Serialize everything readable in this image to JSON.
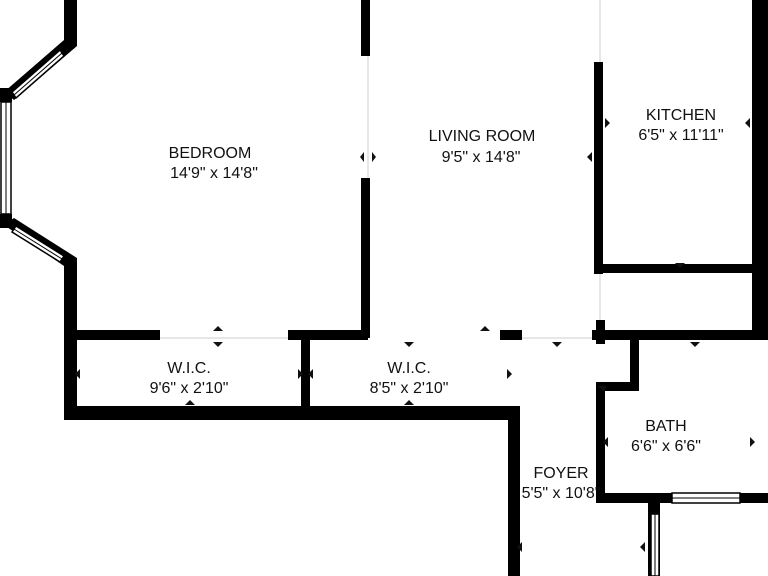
{
  "colors": {
    "wall": "#000000",
    "background": "#ffffff",
    "text": "#111111"
  },
  "rooms": {
    "bedroom": {
      "name": "BEDROOM",
      "dims": "14'9\" x 14'8\""
    },
    "living": {
      "name": "LIVING ROOM",
      "dims": "9'5\" x 14'8\""
    },
    "kitchen": {
      "name": "KITCHEN",
      "dims": "6'5\" x 11'11\""
    },
    "wic1": {
      "name": "W.I.C.",
      "dims": "9'6\" x 2'10\""
    },
    "wic2": {
      "name": "W.I.C.",
      "dims": "8'5\" x 2'10\""
    },
    "bath": {
      "name": "BATH",
      "dims": "6'6\" x 6'6\""
    },
    "foyer": {
      "name": "FOYER",
      "dims": "5'5\" x 10'8\""
    }
  }
}
